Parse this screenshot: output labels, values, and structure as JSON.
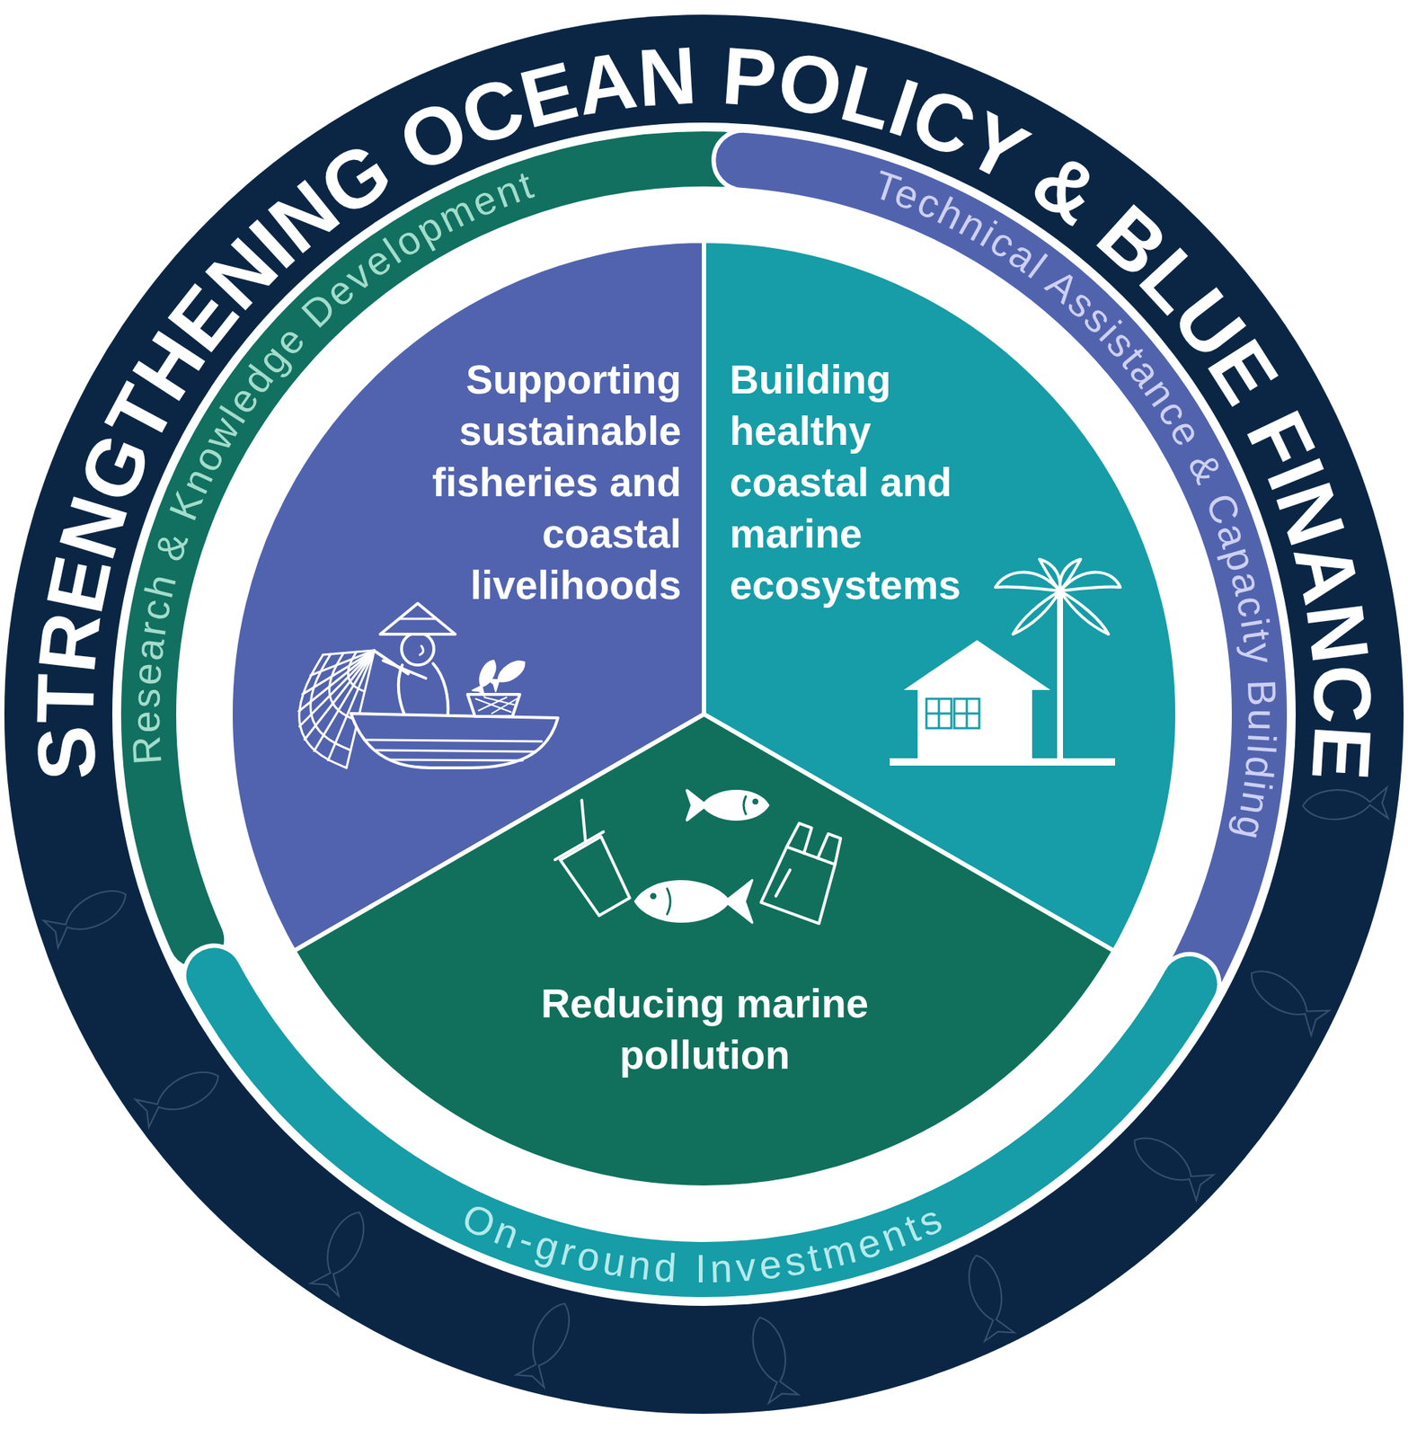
{
  "diagram": {
    "title": "STRENGTHENING OCEAN POLICY & BLUE FINANCE",
    "nodes": [
      {
        "text": [
          "Research & Knowledge Development"
        ]
      },
      {
        "text": [
          "Technical Assistance & Capacity Building"
        ]
      },
      {
        "text": [
          "Supporting sustainable fisheries and coastal livelihoods"
        ]
      },
      {
        "text": [
          "Building healthy coastal and marine ecosystems"
        ]
      },
      {
        "text": [
          "Reducing marine pollution"
        ]
      },
      {
        "text": [
          "On-ground Investments"
        ]
      }
    ]
  }
}
